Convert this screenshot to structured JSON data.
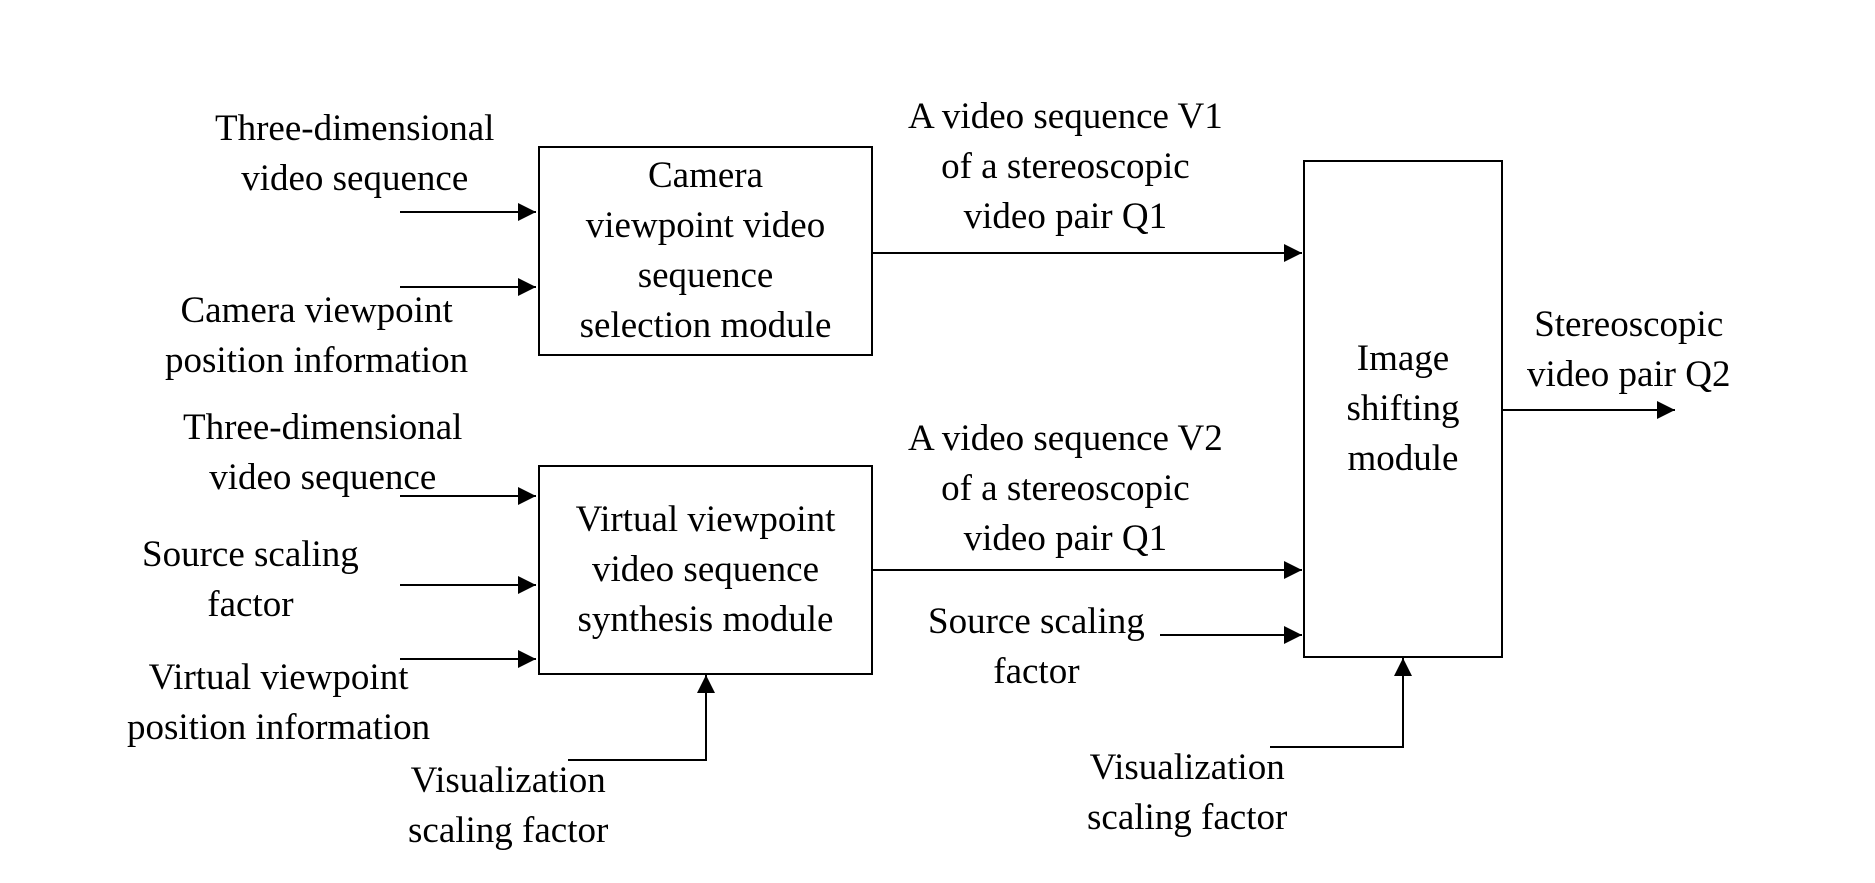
{
  "modules": {
    "camera_selection": [
      "Camera",
      "viewpoint video",
      "sequence",
      "selection module"
    ],
    "virtual_synthesis": [
      "Virtual viewpoint",
      "video sequence",
      "synthesis module"
    ],
    "image_shifting": [
      "Image",
      "shifting",
      "module"
    ]
  },
  "inputs": {
    "camera_3d_video": [
      "Three-dimensional",
      "video sequence"
    ],
    "camera_position": [
      "Camera viewpoint",
      "position information"
    ],
    "virtual_3d_video": [
      "Three-dimensional",
      "video sequence"
    ],
    "virtual_source_scaling": [
      "Source scaling",
      "factor"
    ],
    "virtual_position": [
      "Virtual viewpoint",
      "position information"
    ],
    "virtual_visualization_scaling": [
      "Visualization",
      "scaling factor"
    ],
    "shift_source_scaling": [
      "Source scaling",
      "factor"
    ],
    "shift_visualization_scaling": [
      "Visualization",
      "scaling factor"
    ]
  },
  "signals": {
    "v1": [
      "A video sequence V1",
      "of a stereoscopic",
      "video pair Q1"
    ],
    "v2": [
      "A video sequence V2",
      "of a stereoscopic",
      "video pair Q1"
    ],
    "output": [
      "Stereoscopic",
      "video pair Q2"
    ]
  },
  "colors": {
    "line": "#000000",
    "background": "#ffffff"
  }
}
